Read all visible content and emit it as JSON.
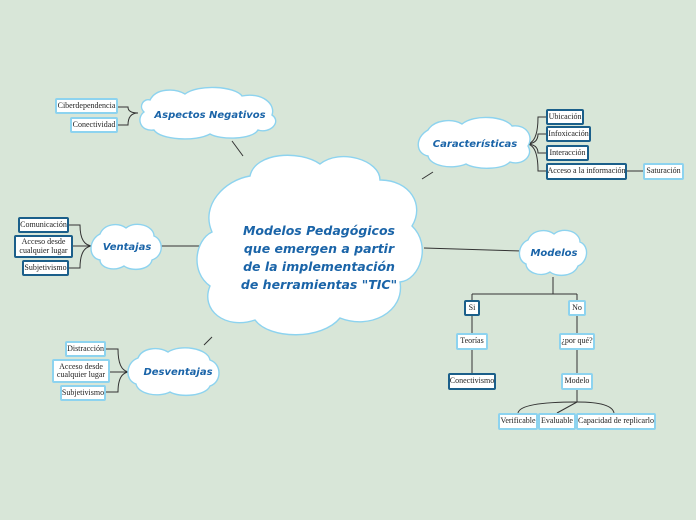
{
  "central": {
    "title": "Modelos Pedagógicos que emergen a partir de la implementación de herramientas \"TIC\""
  },
  "aspectos_negativos": {
    "label": "Aspectos Negativos",
    "items": [
      "Ciberdependencia",
      "Conectividad"
    ]
  },
  "ventajas": {
    "label": "Ventajas",
    "items": [
      "Comunicación",
      "Acceso desde cualquier lugar",
      "Subjetivismo"
    ]
  },
  "desventajas": {
    "label": "Desventajas",
    "items": [
      "Distracción",
      "Acceso desde cualquier lugar",
      "Subjetivismo"
    ]
  },
  "caracteristicas": {
    "label": "Características",
    "items": [
      "Ubicación",
      "Infoxicación",
      "Interacción",
      "Acceso a la información"
    ],
    "sub": "Saturación"
  },
  "modelos": {
    "label": "Modelos",
    "si": "Si",
    "teorias": "Teorías",
    "conectivismo": "Conectivismo",
    "no": "No",
    "por_que": "¿por qué?",
    "modelo": "Modelo",
    "props": [
      "Verificable",
      "Evaluable",
      "Capacidad de replicarlo"
    ]
  },
  "colors": {
    "background": "#d8e6d8",
    "cloud_fill": "#ffffff",
    "cloud_stroke": "#8dd3ef",
    "title": "#1a64a8",
    "box_dark_border": "#1b5f8a"
  }
}
